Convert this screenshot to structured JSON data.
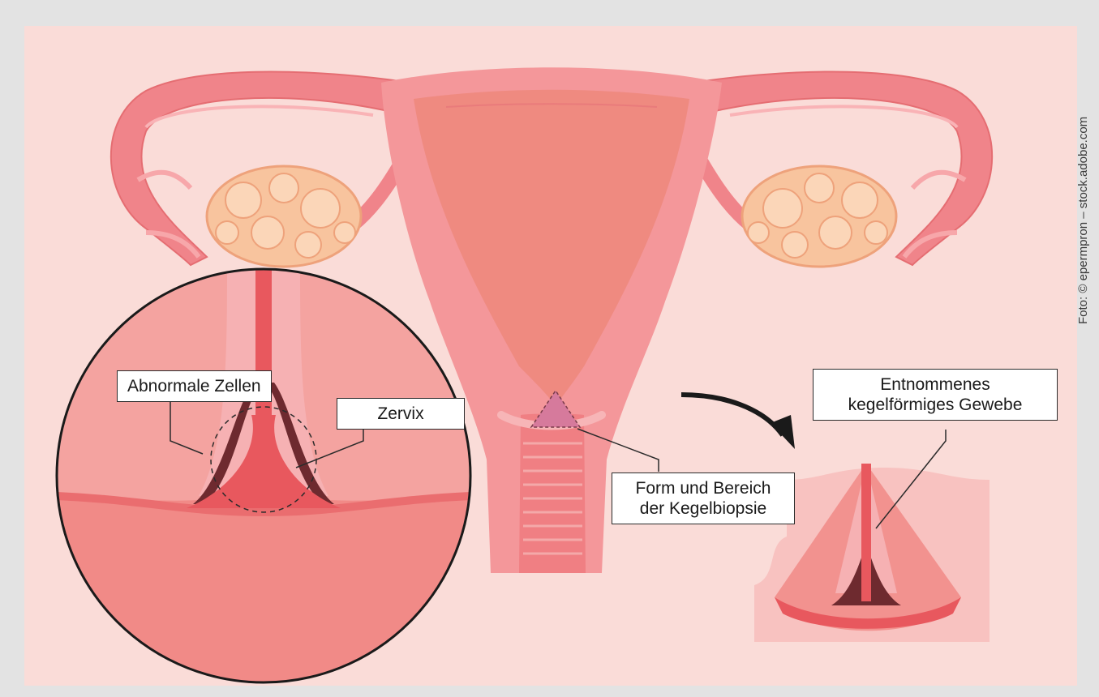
{
  "labels": {
    "abnormal_cells": "Abnormale Zellen",
    "cervix": "Zervix",
    "biopsy_line1": "Form und Bereich",
    "biopsy_line2": "der Kegelbiopsie",
    "removed_line1": "Entnommenes",
    "removed_line2": "kegelförmiges Gewebe"
  },
  "credit": "Foto: © epermpron – stock.adobe.com",
  "colors": {
    "background": "#fadcd8",
    "uterus": "#f4979a",
    "uterus_inner": "#ef8a80",
    "ovary": "#f8c49e",
    "abnormal_cells": "#6e2a2f",
    "accent": "#e8585e"
  }
}
